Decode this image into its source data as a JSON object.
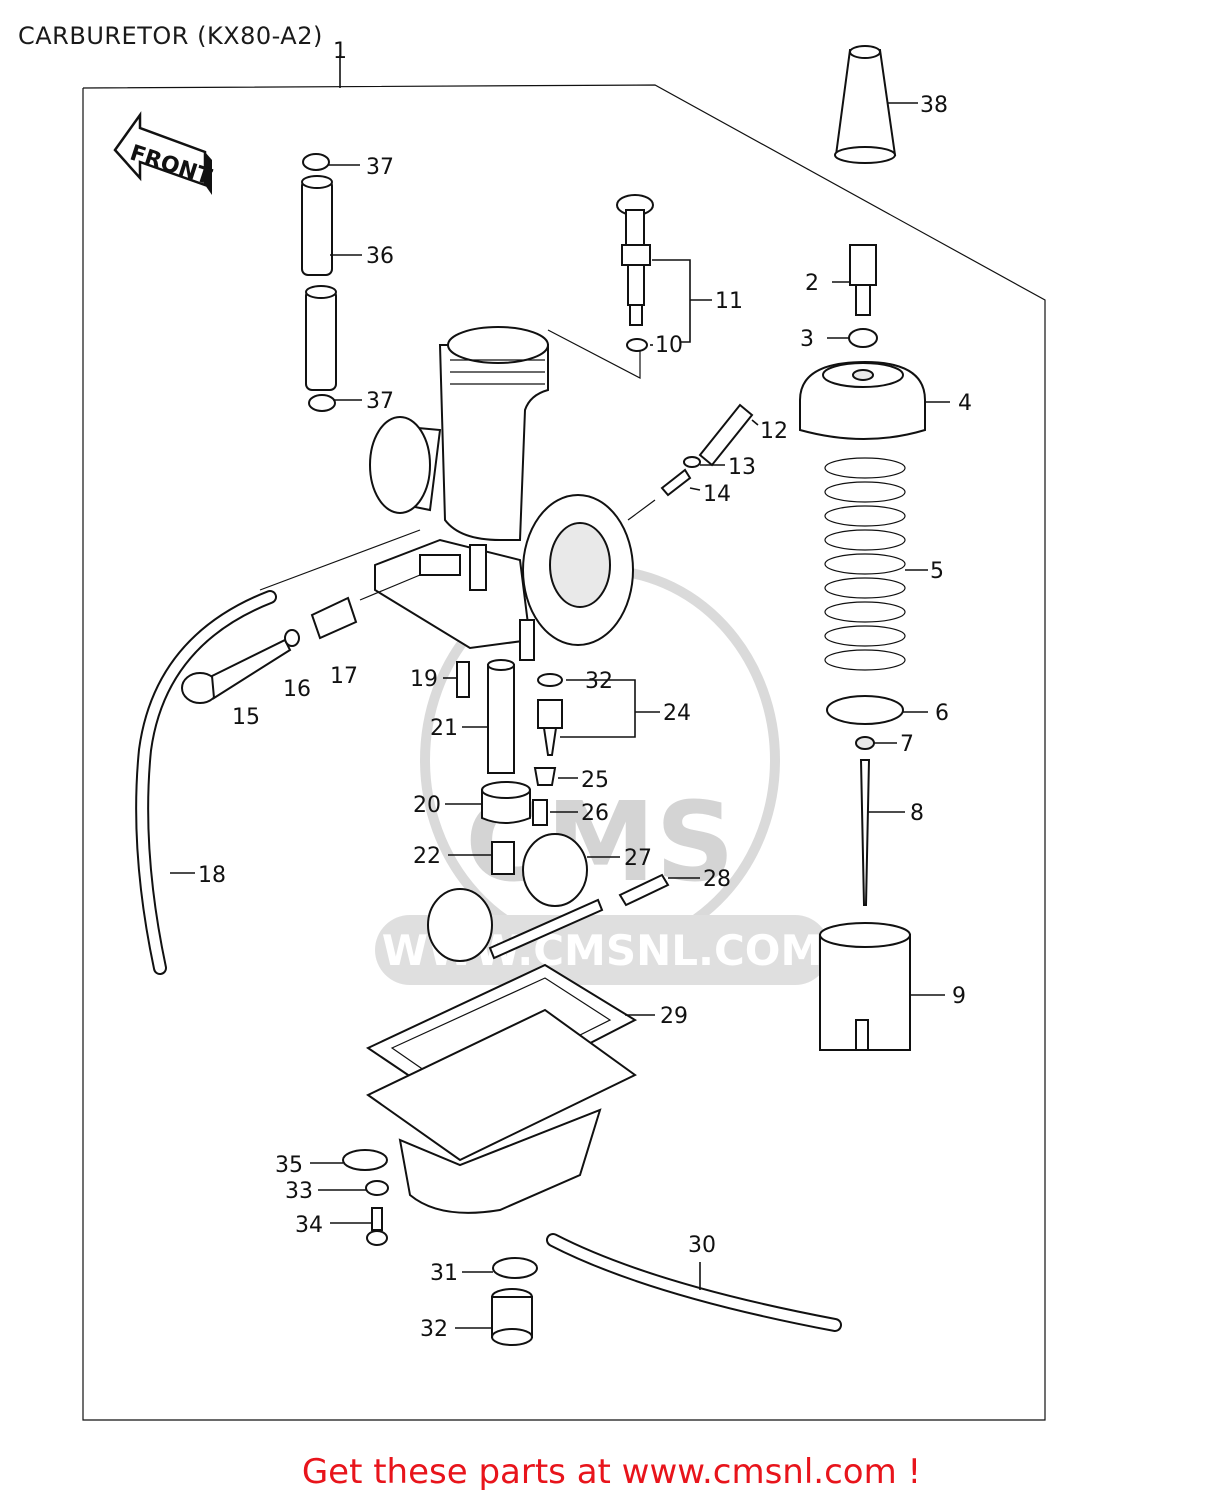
{
  "title": "CARBURETOR (KX80-A2)",
  "footer": "Get these parts at www.cmsnl.com !",
  "front_label": "FRONT",
  "watermark": {
    "text1": "CMS",
    "text2": "WWW.CMSNL.COM"
  },
  "callouts": [
    {
      "id": "c1",
      "label": "1"
    },
    {
      "id": "c2",
      "label": "2"
    },
    {
      "id": "c3",
      "label": "3"
    },
    {
      "id": "c4",
      "label": "4"
    },
    {
      "id": "c5",
      "label": "5"
    },
    {
      "id": "c6",
      "label": "6"
    },
    {
      "id": "c7",
      "label": "7"
    },
    {
      "id": "c8",
      "label": "8"
    },
    {
      "id": "c9",
      "label": "9"
    },
    {
      "id": "c10",
      "label": "10"
    },
    {
      "id": "c11",
      "label": "11"
    },
    {
      "id": "c12",
      "label": "12"
    },
    {
      "id": "c13",
      "label": "13"
    },
    {
      "id": "c14",
      "label": "14"
    },
    {
      "id": "c15",
      "label": "15"
    },
    {
      "id": "c16",
      "label": "16"
    },
    {
      "id": "c17",
      "label": "17"
    },
    {
      "id": "c18",
      "label": "18"
    },
    {
      "id": "c19",
      "label": "19"
    },
    {
      "id": "c20",
      "label": "20"
    },
    {
      "id": "c21",
      "label": "21"
    },
    {
      "id": "c22",
      "label": "22"
    },
    {
      "id": "c24",
      "label": "24"
    },
    {
      "id": "c25",
      "label": "25"
    },
    {
      "id": "c26",
      "label": "26"
    },
    {
      "id": "c27",
      "label": "27"
    },
    {
      "id": "c28",
      "label": "28"
    },
    {
      "id": "c29",
      "label": "29"
    },
    {
      "id": "c30",
      "label": "30"
    },
    {
      "id": "c31",
      "label": "31"
    },
    {
      "id": "c32a",
      "label": "32"
    },
    {
      "id": "c32b",
      "label": "32"
    },
    {
      "id": "c33",
      "label": "33"
    },
    {
      "id": "c34",
      "label": "34"
    },
    {
      "id": "c35",
      "label": "35"
    },
    {
      "id": "c36",
      "label": "36"
    },
    {
      "id": "c37a",
      "label": "37"
    },
    {
      "id": "c37b",
      "label": "37"
    },
    {
      "id": "c38",
      "label": "38"
    }
  ]
}
